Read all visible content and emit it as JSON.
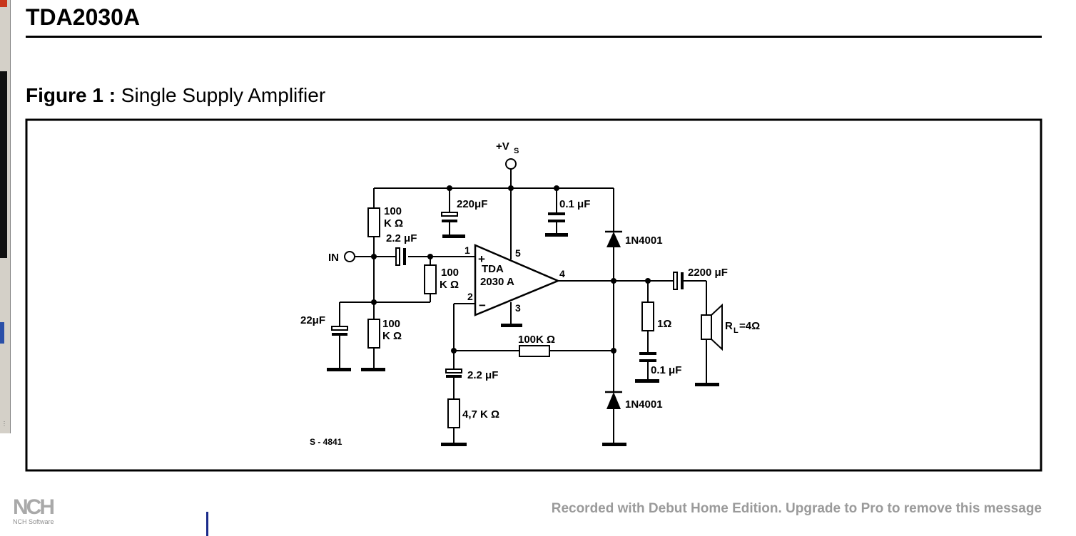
{
  "document": {
    "title": "TDA2030A",
    "figure_label": "Figure 1 :",
    "figure_caption": "Single Supply Amplifier"
  },
  "schematic": {
    "supply_label": "+V",
    "supply_sub": "S",
    "input_label": "IN",
    "ic_name_line1": "TDA",
    "ic_name_line2": "2030 A",
    "pins": {
      "noninv": "1",
      "inv": "2",
      "gnd": "3",
      "out": "4",
      "vcc": "5"
    },
    "pin_plus": "+",
    "pin_minus": "−",
    "components": {
      "r_bias_top_val": "100",
      "r_bias_top_unit": "K Ω",
      "c_in": "2.2 μF",
      "r_in_val": "100",
      "r_in_unit": "K Ω",
      "c_bias": "22μF",
      "r_bias_bot_val": "100",
      "r_bias_bot_unit": "K Ω",
      "c_supply_elec": "220μF",
      "c_supply_film": "0.1 μF",
      "d_top": "1N4001",
      "d_bot": "1N4001",
      "c_out": "2200 μF",
      "r_feedback": "100K Ω",
      "c_feedback": "2.2 μF",
      "r_feedback_gnd": "4,7 K Ω",
      "r_snubber": "1Ω",
      "c_snubber": "0.1 μF",
      "load": "R",
      "load_sub": "L",
      "load_value": "=4Ω"
    },
    "drawing_code": "S - 4841"
  },
  "watermark": {
    "text": "Recorded with Debut Home Edition. Upgrade to Pro to remove this message"
  },
  "logo": {
    "mark": "NCH",
    "name": "NCH Software"
  }
}
